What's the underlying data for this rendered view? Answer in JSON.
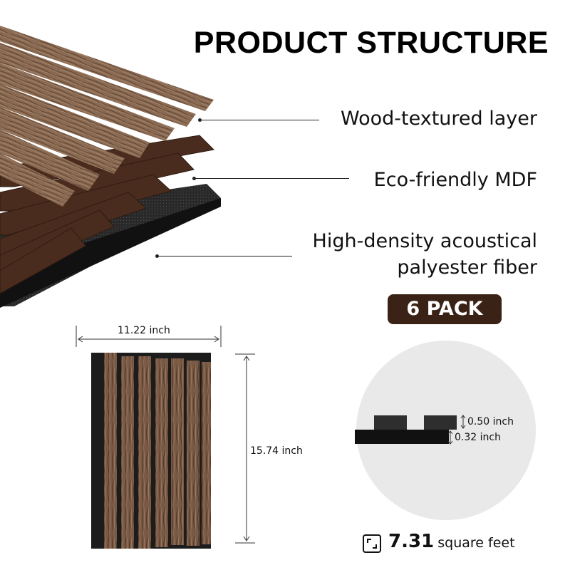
{
  "title": "PRODUCT STRUCTURE",
  "layers": [
    "Wood-textured layer",
    "Eco-friendly MDF",
    "High-density acoustical",
    "palyester fiber"
  ],
  "pack_badge": "6 PACK",
  "dimensions": {
    "width": "11.22 inch",
    "height": "15.74 inch",
    "slat_depth": "0.50 inch",
    "base_thickness": "0.32 inch"
  },
  "coverage": {
    "value": "7.31",
    "unit": "square feet",
    "icon": "area-icon"
  },
  "colors": {
    "wood_dark": "#4a2c1e",
    "wood_light": "#8a6a52",
    "felt": "#2a2a2a",
    "badge": "#3b2216"
  }
}
